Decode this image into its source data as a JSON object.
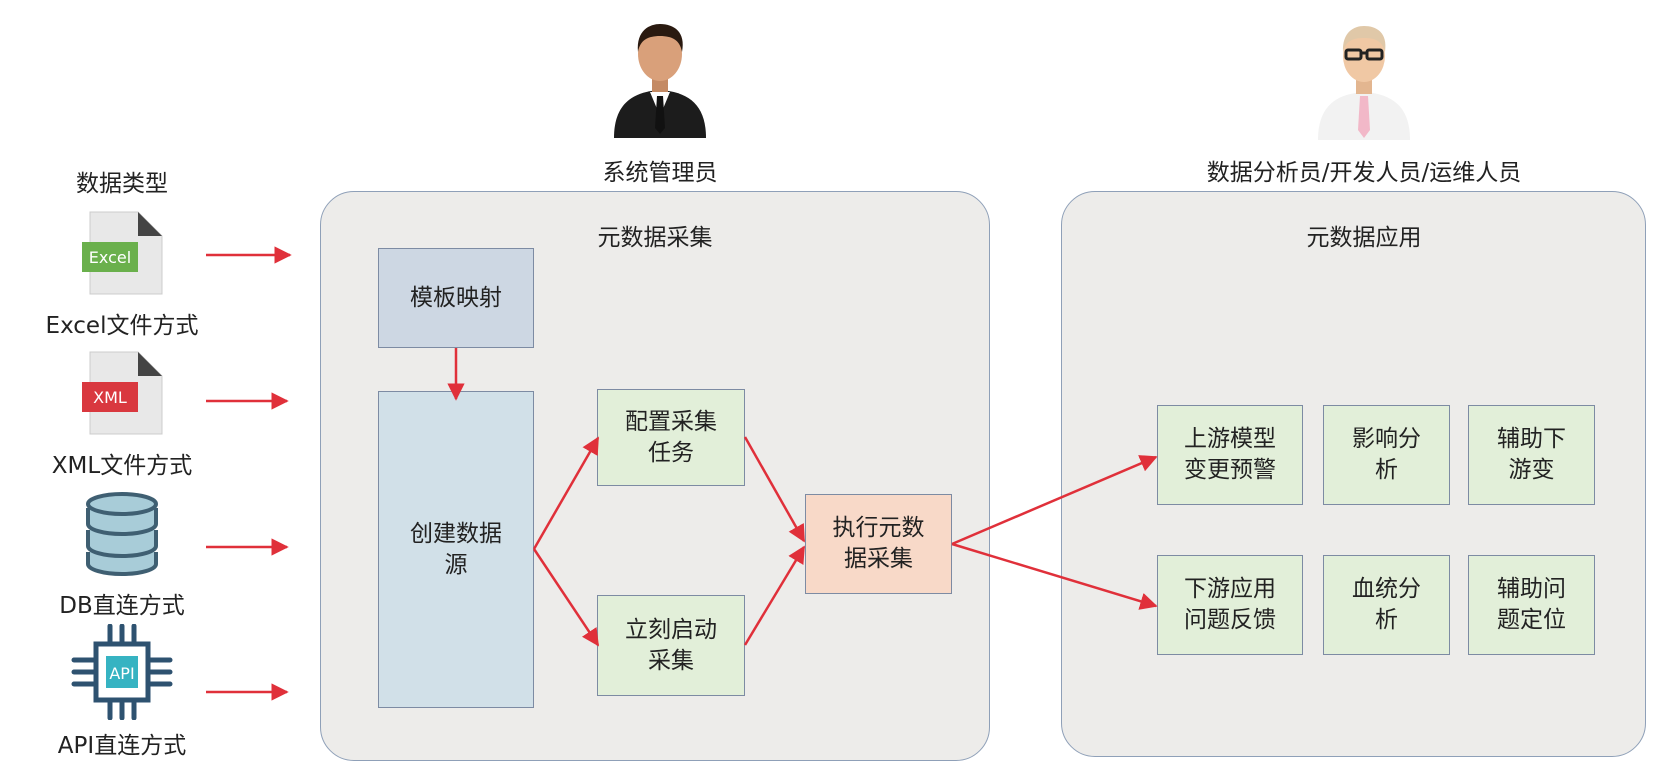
{
  "left": {
    "heading": "数据类型",
    "sources": [
      {
        "icon_text": "Excel",
        "label": "Excel文件方式"
      },
      {
        "icon_text": "XML",
        "label": "XML文件方式"
      },
      {
        "icon_text": "",
        "label": "DB直连方式"
      },
      {
        "icon_text": "API",
        "label": "API直连方式"
      }
    ]
  },
  "roles": {
    "admin": "系统管理员",
    "users": "数据分析员/开发人员/运维人员"
  },
  "collect": {
    "title": "元数据采集",
    "template_mapping": "模板映射",
    "create_source_l1": "创建数据",
    "create_source_l2": "源",
    "config_task_l1": "配置采集",
    "config_task_l2": "任务",
    "start_now_l1": "立刻启动",
    "start_now_l2": "采集",
    "execute_l1": "执行元数",
    "execute_l2": "据采集"
  },
  "apply": {
    "title": "元数据应用",
    "items": [
      {
        "l1": "上游模型",
        "l2": "变更预警"
      },
      {
        "l1": "影响分",
        "l2": "析"
      },
      {
        "l1": "辅助下",
        "l2": "游变"
      },
      {
        "l1": "下游应用",
        "l2": "问题反馈"
      },
      {
        "l1": "血统分",
        "l2": "析"
      },
      {
        "l1": "辅助问",
        "l2": "题定位"
      }
    ]
  },
  "colors": {
    "arrow": "#e0303a",
    "panel": "#edecea",
    "green_box": "#e2efd9",
    "blue_box": "#cdd7e3",
    "salmon_box": "#f8d9c8"
  }
}
